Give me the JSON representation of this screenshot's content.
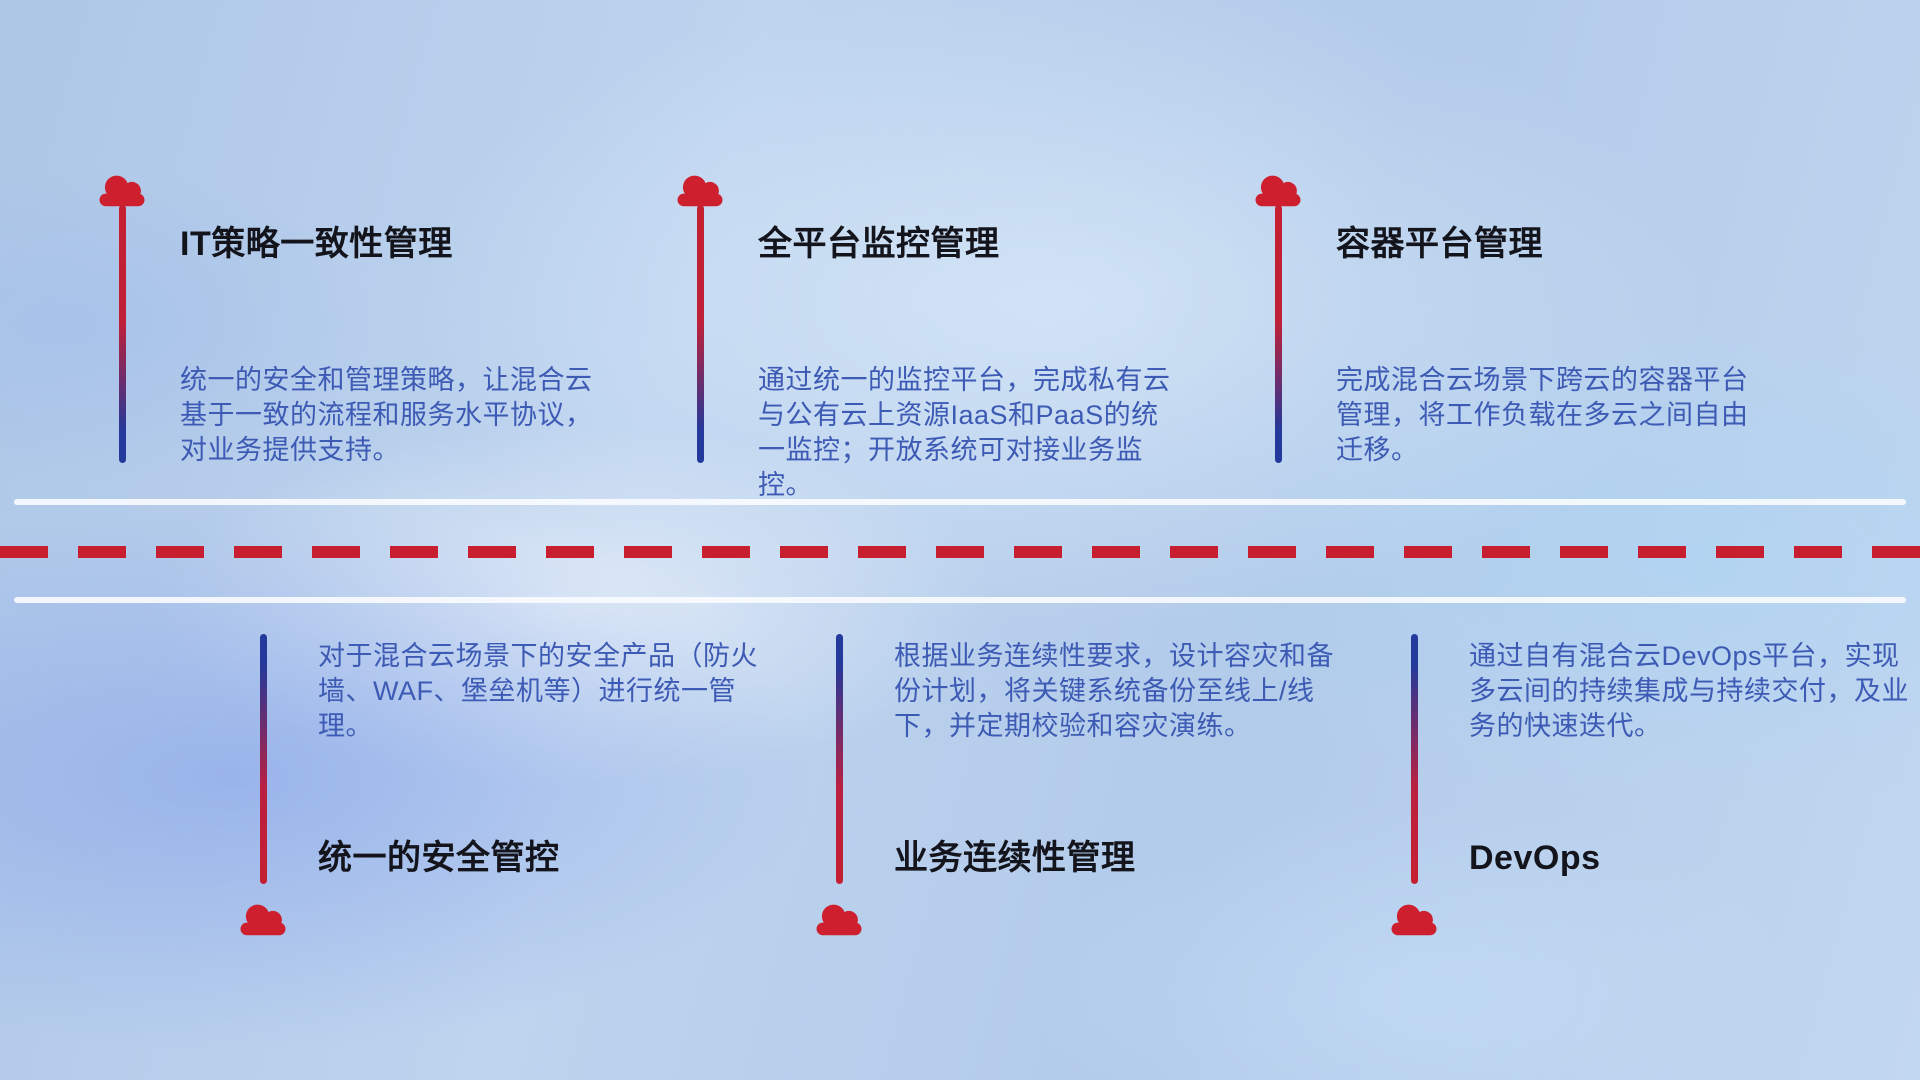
{
  "top_items": [
    {
      "title": "IT策略一致性管理",
      "description": "统一的安全和管理策略，让混合云基于一致的流程和服务水平协议，对业务提供支持。"
    },
    {
      "title": "全平台监控管理",
      "description": "通过统一的监控平台，完成私有云与公有云上资源IaaS和PaaS的统一监控；开放系统可对接业务监控。"
    },
    {
      "title": "容器平台管理",
      "description": "完成混合云场景下跨云的容器平台管理，将工作负载在多云之间自由迁移。"
    }
  ],
  "bottom_items": [
    {
      "title": "统一的安全管控",
      "description": "对于混合云场景下的安全产品（防火墙、WAF、堡垒机等）进行统一管理。"
    },
    {
      "title": "业务连续性管理",
      "description": "根据业务连续性要求，设计容灾和备份计划，将关键系统备份至线上/线下，并定期校验和容灾演练。"
    },
    {
      "title": "DevOps",
      "description": "通过自有混合云DevOps平台，实现多云间的持续集成与持续交付，及业务的快速迭代。"
    }
  ],
  "colors": {
    "accent_red": "#c81f30",
    "accent_blue": "#23399b",
    "title_text": "#14141c",
    "description_text": "#3d5ab4",
    "divider_white": "#f8fbfe"
  },
  "icons": {
    "marker": "cloud-icon"
  }
}
